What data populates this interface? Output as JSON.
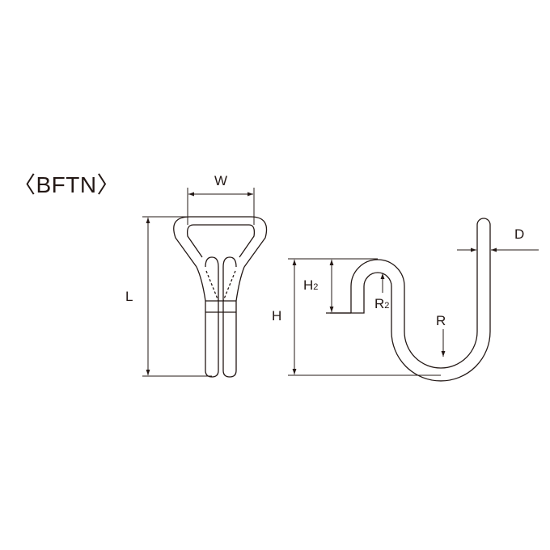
{
  "title": "〈BFTN〉",
  "dimensions": {
    "w": "W",
    "l": "L",
    "h": "H",
    "h2_base": "H",
    "h2_sub": "2",
    "r2_base": "R",
    "r2_sub": "2",
    "r": "R",
    "d": "D"
  },
  "colors": {
    "line": "#231815",
    "background": "#ffffff"
  }
}
